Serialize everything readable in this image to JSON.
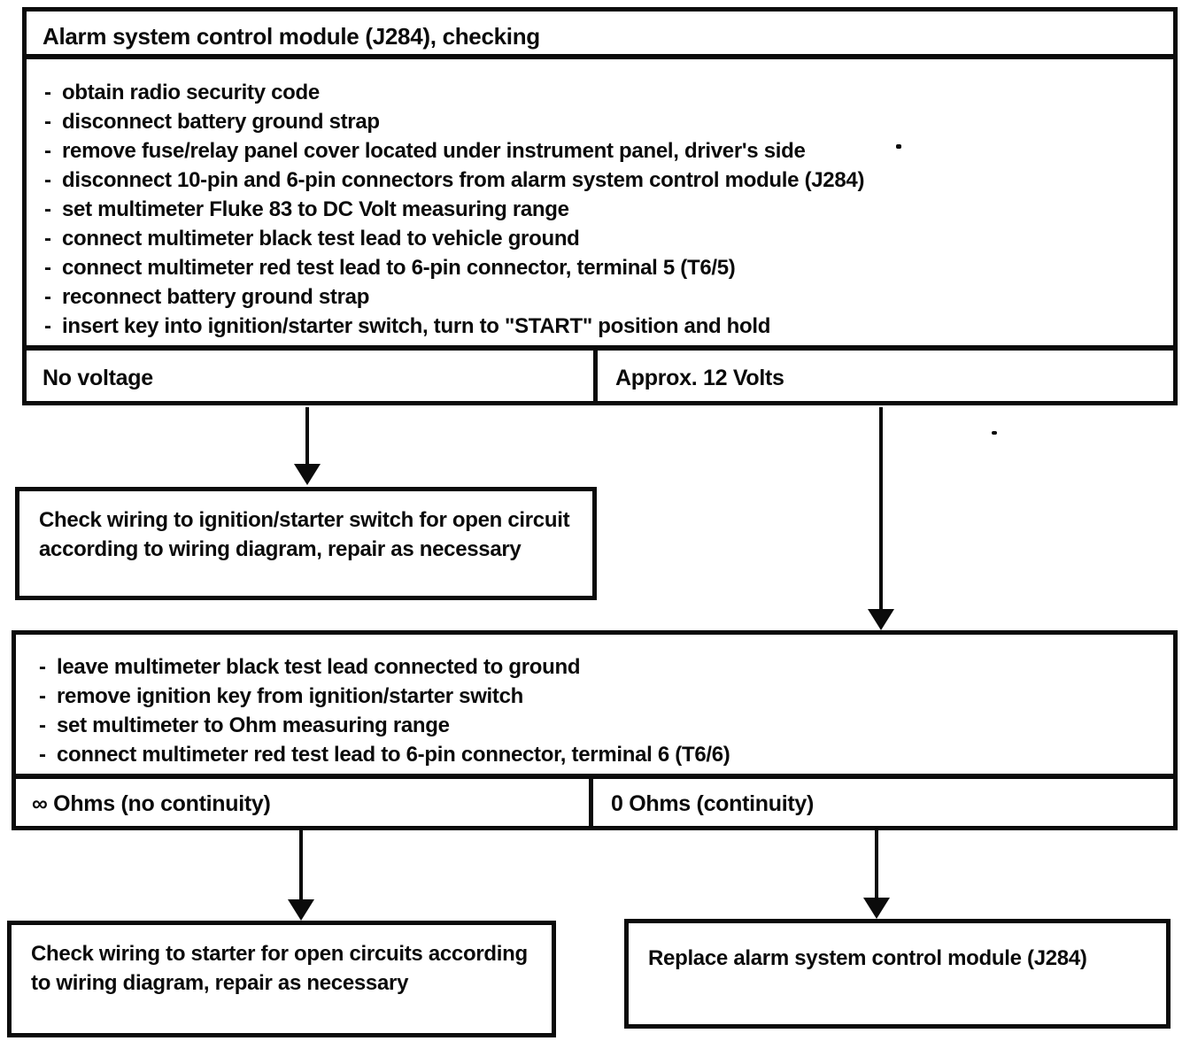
{
  "list_marker": "-",
  "title": "Alarm system control module (J284), checking",
  "step1": {
    "items": [
      "obtain radio security code",
      "disconnect battery ground strap",
      "remove fuse/relay panel cover located under instrument panel, driver's side",
      "disconnect 10-pin and 6-pin connectors from alarm system control module (J284)",
      "set multimeter Fluke 83 to DC Volt measuring range",
      "connect multimeter black test lead to vehicle ground",
      "connect multimeter red test lead to 6-pin connector, terminal 5 (T6/5)",
      "reconnect battery ground strap",
      "insert key into ignition/starter switch, turn to \"START\" position and hold"
    ],
    "outcome_left": "No voltage",
    "outcome_right": "Approx. 12 Volts"
  },
  "no_voltage_action": "Check wiring to ignition/starter switch for open circuit according to wiring diagram, repair as necessary",
  "step2": {
    "items": [
      "leave multimeter black test lead connected to ground",
      "remove ignition key from ignition/starter switch",
      "set multimeter to Ohm measuring range",
      "connect multimeter red test lead to 6-pin connector, terminal 6 (T6/6)"
    ],
    "outcome_left": "∞  Ohms (no continuity)",
    "outcome_right": "0 Ohms (continuity)"
  },
  "no_continuity_action": "Check wiring to starter for open circuits according to wiring diagram, repair as necessary",
  "continuity_action": "Replace alarm system control module (J284)"
}
